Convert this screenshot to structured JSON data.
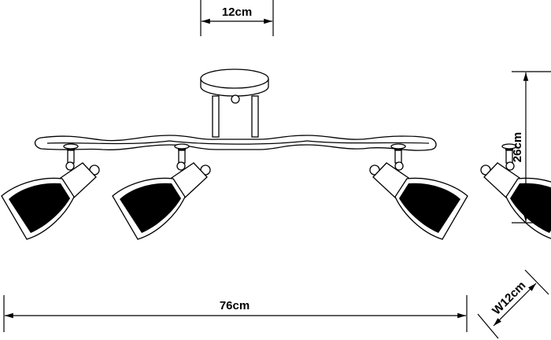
{
  "dimensions": {
    "canopy_width": "12cm",
    "height": "26cm",
    "length": "76cm",
    "depth": "W12cm"
  },
  "colors": {
    "line": "#000000",
    "background": "#ffffff"
  }
}
